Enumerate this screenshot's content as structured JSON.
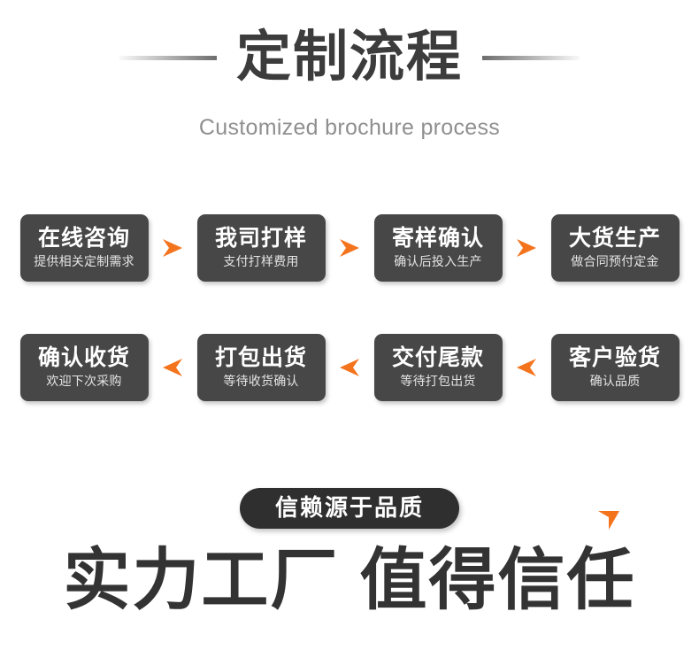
{
  "header": {
    "title": "定制流程",
    "subtitle": "Customized brochure process",
    "rule_left_icon": "gradient-rule-left",
    "rule_right_icon": "gradient-rule-right"
  },
  "flow": {
    "row1_arrow_icon": "arrow-right-icon",
    "row2_arrow_icon": "arrow-left-icon",
    "down_arrow_icon": "arrow-down-icon",
    "row1": [
      {
        "title": "在线咨询",
        "sub": "提供相关定制需求"
      },
      {
        "title": "我司打样",
        "sub": "支付打样费用"
      },
      {
        "title": "寄样确认",
        "sub": "确认后投入生产"
      },
      {
        "title": "大货生产",
        "sub": "做合同预付定金"
      }
    ],
    "row2": [
      {
        "title": "确认收货",
        "sub": "欢迎下次采购"
      },
      {
        "title": "打包出货",
        "sub": "等待收货确认"
      },
      {
        "title": "交付尾款",
        "sub": "等待打包出货"
      },
      {
        "title": "客户验货",
        "sub": "确认品质"
      }
    ]
  },
  "footer": {
    "badge": "信赖源于品质",
    "headline": "实力工厂 值得信任"
  },
  "colors": {
    "step_bg": "#474747",
    "badge_bg": "#2f2f2f",
    "arrow_orange": "#f4741e",
    "title_dark": "#3c3c3c",
    "subtitle_gray": "#8f8f8f",
    "headline_dark": "#333333",
    "page_bg": "#ffffff"
  }
}
